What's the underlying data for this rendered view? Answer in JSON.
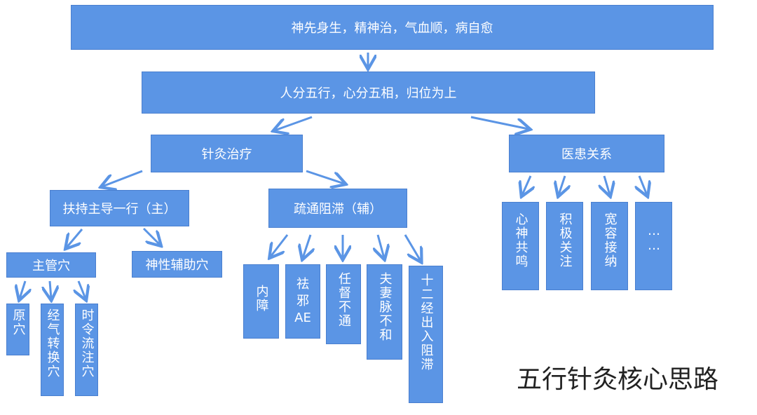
{
  "nodes": {
    "top": "神先身生，精神治，气血顺，病自愈",
    "second": "人分五行，心分五相，归位为上",
    "acupuncture": "针灸治疗",
    "relationship": "医患关系",
    "support": "扶持主导一行（主）",
    "dredge": "疏通阻滞（辅）",
    "main_points": "主管穴",
    "spirit_aux": "神性辅助穴",
    "yuan": "原穴",
    "jingqi": "经气转换穴",
    "shiling": "时令流注穴",
    "neizhang": "内障",
    "quxie": "祛邪AE",
    "rendu": "任督不通",
    "fuqi": "夫妻脉不和",
    "twelve": "十二经出入阻滞",
    "xinshen": "心神共鸣",
    "jiji": "积极关注",
    "kuanrong": "宽容接纳",
    "more": "……"
  },
  "caption": "五行针灸核心思路",
  "colors": {
    "box": "#5b95e5",
    "border": "#4a7fcf",
    "arrow": "#5b95e5",
    "text": "#ffffff"
  }
}
